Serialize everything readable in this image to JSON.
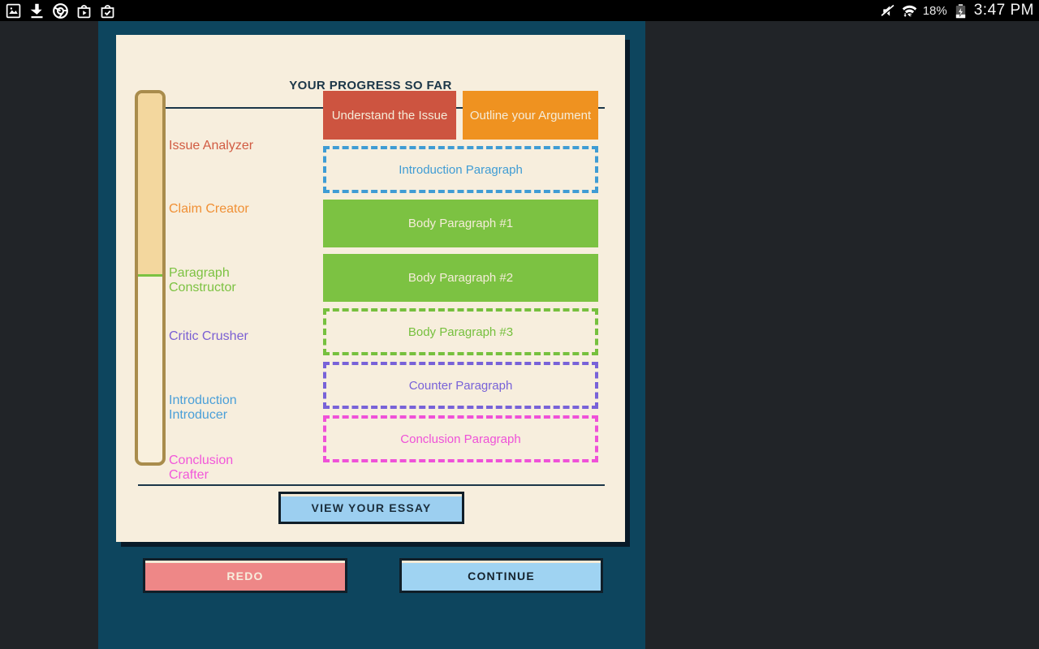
{
  "status_bar": {
    "left_icons": [
      {
        "name": "gallery-icon"
      },
      {
        "name": "download-icon"
      },
      {
        "name": "chrome-icon"
      },
      {
        "name": "play-store-icon"
      },
      {
        "name": "updates-done-icon"
      }
    ],
    "right": {
      "mute_icon": "muted-speaker-icon",
      "wifi_icon": "wifi-activity-icon",
      "battery_percent": "18%",
      "battery_icon": "battery-charging-icon",
      "time": "3:47 PM"
    }
  },
  "app": {
    "panel_color": "#0d455e",
    "card_color": "#f7eedd"
  },
  "progress_card": {
    "title": "YOUR PROGRESS SO FAR",
    "steps": [
      {
        "label": "Issue Analyzer",
        "color": "#d15b42"
      },
      {
        "label": "Claim Creator",
        "color": "#f09035"
      },
      {
        "label": "Paragraph Constructor",
        "color": "#7cc242"
      },
      {
        "label": "Critic Crusher",
        "color": "#7a5fd3"
      },
      {
        "label": "Introduction Introducer",
        "color": "#4a9fd8"
      },
      {
        "label": "Conclusion Crafter",
        "color": "#f257da"
      }
    ],
    "progress_bar": {
      "fill_color": "#f3d79e",
      "border_color": "#a98c4c",
      "marker_color": "#7cc242"
    },
    "blocks": [
      {
        "label": "Understand the Issue",
        "state": "complete",
        "color": "#cd5440"
      },
      {
        "label": "Outline your Argument",
        "state": "complete",
        "color": "#ef9220"
      },
      {
        "label": "Introduction Paragraph",
        "state": "incomplete",
        "color": "#3f9cd4"
      },
      {
        "label": "Body Paragraph #1",
        "state": "complete",
        "color": "#7cc242"
      },
      {
        "label": "Body Paragraph #2",
        "state": "complete",
        "color": "#7cc242"
      },
      {
        "label": "Body Paragraph #3",
        "state": "incomplete",
        "color": "#76c03e"
      },
      {
        "label": "Counter Paragraph",
        "state": "incomplete",
        "color": "#7862d8"
      },
      {
        "label": "Conclusion Paragraph",
        "state": "incomplete",
        "color": "#ef51d8"
      }
    ],
    "view_essay_label": "VIEW YOUR ESSAY"
  },
  "footer": {
    "redo_label": "REDO",
    "continue_label": "CONTINUE"
  }
}
